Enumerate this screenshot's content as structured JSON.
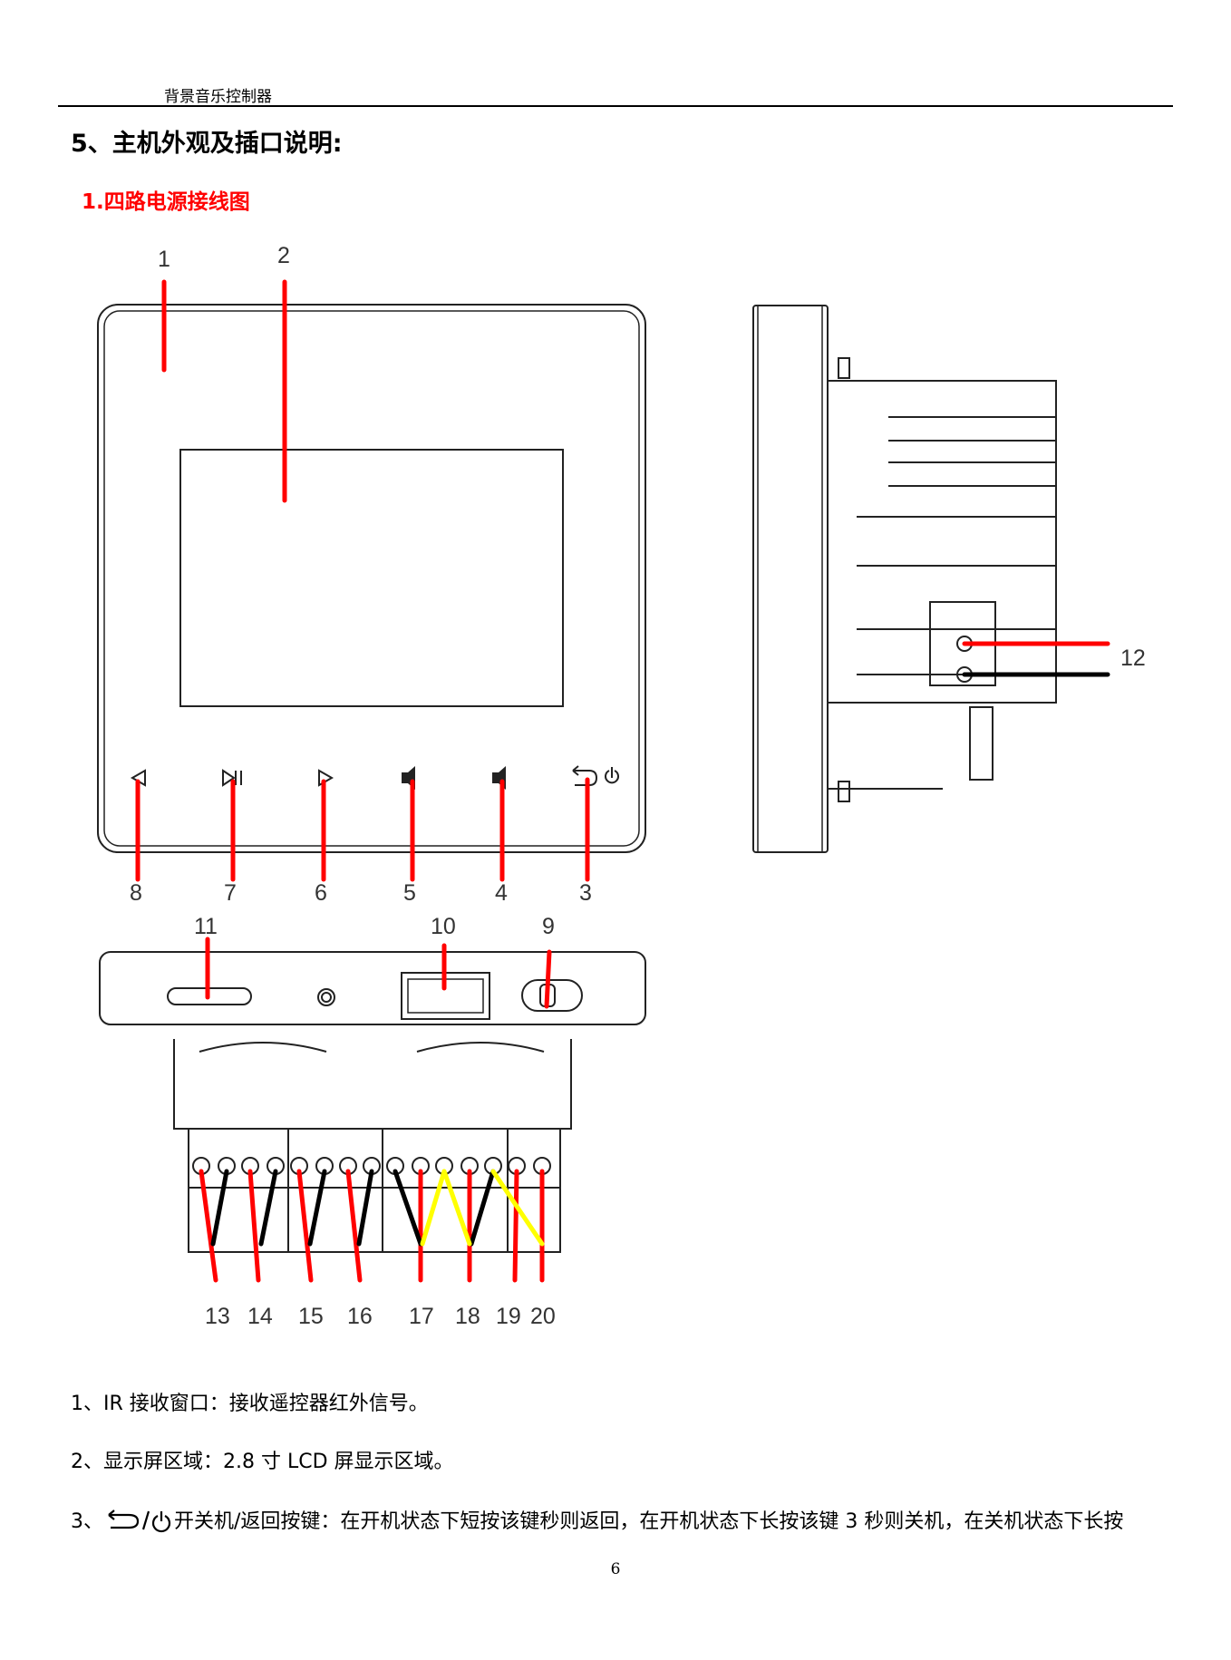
{
  "header": {
    "title": "背景音乐控制器"
  },
  "section": {
    "heading": "5、主机外观及插口说明:",
    "subheading": "1.四路电源接线图"
  },
  "diagram": {
    "callouts": [
      "1",
      "2",
      "3",
      "4",
      "5",
      "6",
      "7",
      "8",
      "9",
      "10",
      "11",
      "12",
      "13",
      "14",
      "15",
      "16",
      "17",
      "18",
      "19",
      "20"
    ],
    "wire_colors": {
      "red": "#ff0000",
      "black": "#000000",
      "yellow": "#ffff00"
    }
  },
  "items": [
    {
      "prefix": "1、",
      "text": "IR 接收窗口：接收遥控器红外信号。"
    },
    {
      "prefix": "2、",
      "text": "显示屏区域：2.8 寸 LCD 屏显示区域。"
    },
    {
      "prefix": "3、",
      "icon": "back-power-icon",
      "text": "开关机/返回按键：在开机状态下短按该键秒则返回，在开机状态下长按该键 3 秒则关机，在关机状态下长按"
    }
  ],
  "page_number": "6"
}
